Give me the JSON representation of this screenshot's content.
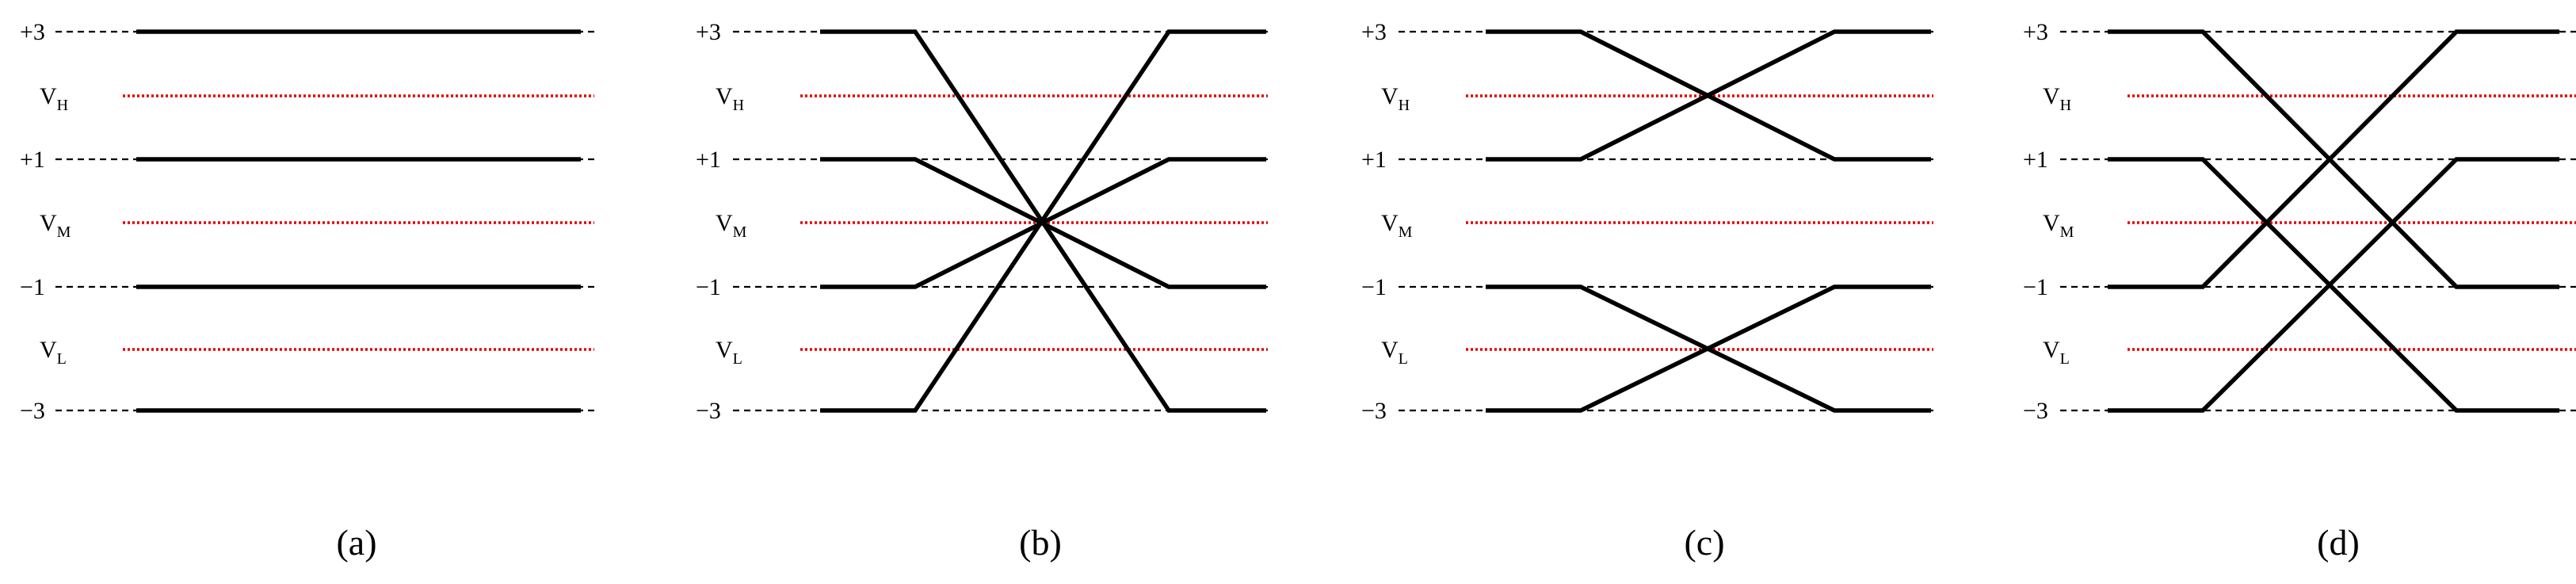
{
  "level_labels": [
    "+3",
    "+1",
    "−1",
    "−3"
  ],
  "reference_labels": [
    {
      "main": "V",
      "sub": "H"
    },
    {
      "main": "V",
      "sub": "M"
    },
    {
      "main": "V",
      "sub": "L"
    }
  ],
  "colors": {
    "level_line": "#000000",
    "dashed_guide": "#000000",
    "reference_line": "#e00000"
  },
  "panels": [
    {
      "caption": "(a)",
      "transitions": [
        {
          "from": "+3",
          "to": "+3"
        },
        {
          "from": "+1",
          "to": "+1"
        },
        {
          "from": "−1",
          "to": "−1"
        },
        {
          "from": "−3",
          "to": "−3"
        }
      ]
    },
    {
      "caption": "(b)",
      "transitions": [
        {
          "from": "+3",
          "to": "−3"
        },
        {
          "from": "+1",
          "to": "−1"
        },
        {
          "from": "−1",
          "to": "+1"
        },
        {
          "from": "−3",
          "to": "+3"
        }
      ]
    },
    {
      "caption": "(c)",
      "transitions": [
        {
          "from": "+3",
          "to": "+1"
        },
        {
          "from": "+1",
          "to": "+3"
        },
        {
          "from": "−1",
          "to": "−3"
        },
        {
          "from": "−3",
          "to": "−1"
        }
      ]
    },
    {
      "caption": "(d)",
      "transitions": [
        {
          "from": "+3",
          "to": "−1"
        },
        {
          "from": "+1",
          "to": "−3"
        },
        {
          "from": "−1",
          "to": "+3"
        },
        {
          "from": "−3",
          "to": "+1"
        }
      ]
    }
  ]
}
